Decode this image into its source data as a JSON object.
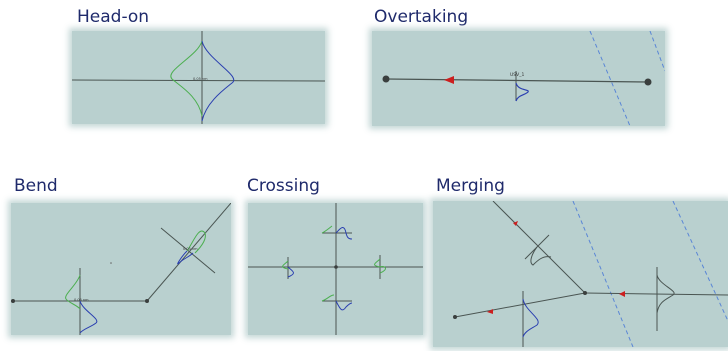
{
  "scenarios": {
    "head_on": {
      "title": "Head-on",
      "vessel_label": "0.05 nm"
    },
    "overtaking": {
      "title": "Overtaking",
      "vessel_label": "USV_1"
    },
    "bend": {
      "title": "Bend",
      "vessel_label_1": "0.05 nm",
      "vessel_label_2": "0.05 nm"
    },
    "crossing": {
      "title": "Crossing"
    },
    "merging": {
      "title": "Merging"
    }
  },
  "colors": {
    "panel_bg": "#b9d0cf",
    "title_text": "#1f2a6b",
    "green_curve": "#4caf50",
    "blue_curve": "#2a3fb0",
    "red_marker": "#cc1f1f",
    "track_line": "#4a5552",
    "dashed_boundary": "#5a86d6"
  }
}
